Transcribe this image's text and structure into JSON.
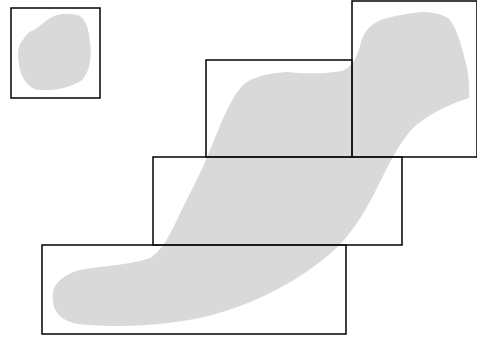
{
  "colors": {
    "background": "#ffffff",
    "blob_fill": "#d9d9d9",
    "box_stroke": "#000000"
  },
  "elements": {
    "inset_box": "inset-box",
    "inset_blob": "small-blob",
    "main_blob": "large-blob",
    "tile_boxes": [
      "tile-box-top-right",
      "tile-box-upper-middle",
      "tile-box-middle",
      "tile-box-bottom-left"
    ]
  }
}
